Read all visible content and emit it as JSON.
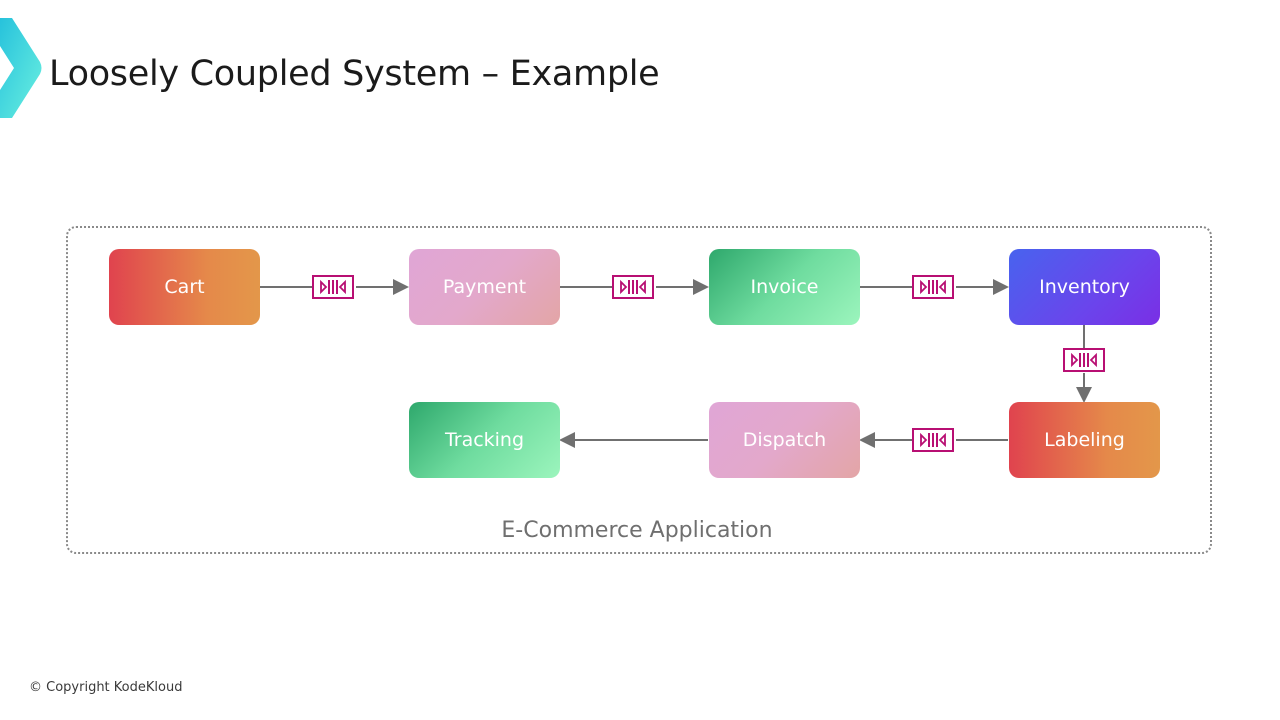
{
  "slide": {
    "title": "Loosely Coupled System – Example",
    "copyright": "© Copyright KodeKloud"
  },
  "diagram": {
    "container_label": "E-Commerce Application",
    "nodes": [
      {
        "id": "cart",
        "label": "Cart",
        "color": "orange-gradient"
      },
      {
        "id": "payment",
        "label": "Payment",
        "color": "pink-gradient"
      },
      {
        "id": "invoice",
        "label": "Invoice",
        "color": "green-gradient"
      },
      {
        "id": "inventory",
        "label": "Inventory",
        "color": "purple-gradient"
      },
      {
        "id": "labeling",
        "label": "Labeling",
        "color": "orange-gradient"
      },
      {
        "id": "dispatch",
        "label": "Dispatch",
        "color": "pink-gradient"
      },
      {
        "id": "tracking",
        "label": "Tracking",
        "color": "green-gradient"
      }
    ],
    "edges": [
      {
        "from": "cart",
        "to": "payment",
        "via": "message-queue"
      },
      {
        "from": "payment",
        "to": "invoice",
        "via": "message-queue"
      },
      {
        "from": "invoice",
        "to": "inventory",
        "via": "message-queue"
      },
      {
        "from": "inventory",
        "to": "labeling",
        "via": "message-queue"
      },
      {
        "from": "labeling",
        "to": "dispatch",
        "via": "message-queue"
      },
      {
        "from": "dispatch",
        "to": "tracking",
        "via": null
      }
    ],
    "queue_icon": "message-queue-icon",
    "colors": {
      "queue": "#b80f73",
      "arrow": "#707070",
      "frame": "#8a8a8a",
      "logo": "#3fd6e0"
    }
  }
}
